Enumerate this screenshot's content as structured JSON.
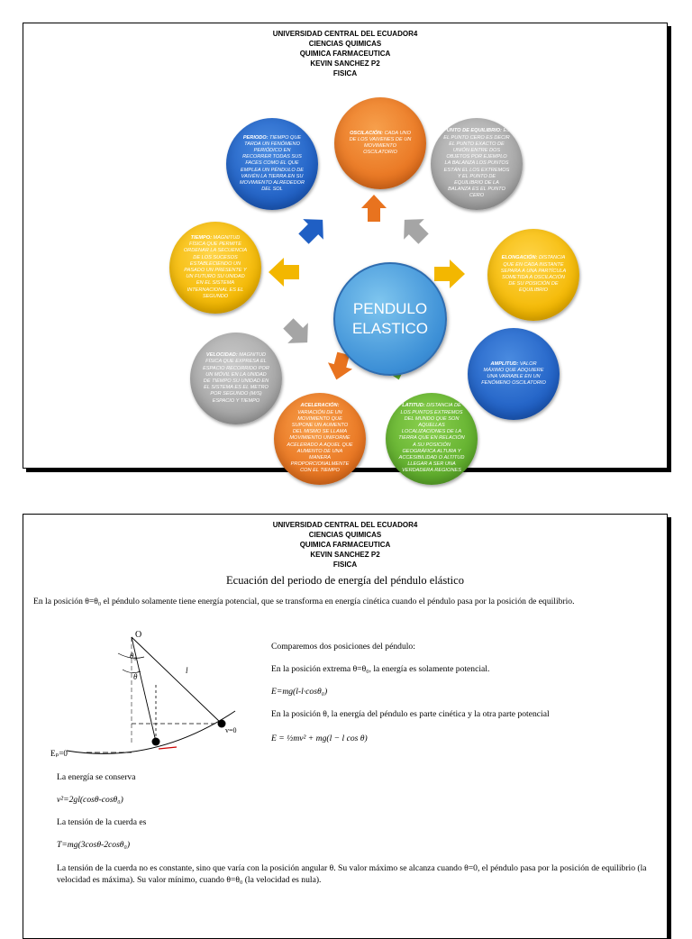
{
  "page1": {
    "header": [
      "UNIVERSIDAD CENTRAL DEL ECUADOR4",
      "CIENCIAS QUIMICAS",
      "QUIMICA FARMACEUTICA",
      "KEVIN SANCHEZ   P2",
      "FISICA"
    ],
    "center_line1": "PENDULO",
    "center_line2": "ELASTICO",
    "circles": {
      "oscilacion": {
        "term": "OSCILACIÓN:",
        "text": "CADA UNO DE LOS VAIVENES DE UN MOVIMIENTO OSCILATORIO"
      },
      "equilibrio": {
        "term": "PUNTO DE EQUILIBRIO:",
        "text": "ES EL PUNTO CERO ES DECIR EL PUNTO EXACTO DE UNIÓN ENTRE DOS OBJETOS POR EJEMPLO LA BALANZA LOS PUNTOS ESTÁN EL LOS EXTREMOS Y EL PUNTO DE EQUILIBRIO DE LA BALANZA ES EL PUNTO CERO"
      },
      "elongacion": {
        "term": "ELONGACIÓN:",
        "text": "DISTANCIA QUE EN CADA INSTANTE SEPARA A UNA PARTÍCULA SOMETIDA A OSCILACIÓN DE SU POSICIÓN DE EQUILIBRIO"
      },
      "amplitud": {
        "term": "AMPLITUD:",
        "text": "VALOR MÁXIMO QUE ADQUIERE UNA VARIABLE EN UN FENÓMENO OSCILATORIO"
      },
      "latitud": {
        "term": "LATITUD:",
        "text": "DISTANCIA DE LOS PUNTOS EXTREMOS DEL MUNDO QUE SON AQUELLAS LOCALIZACIONES DE LA TIERRA QUE EN RELACIÓN A SU POSICIÓN GEOGRÁFICA ALTURA Y ACCESIBILIDAD O ALTITUD LLEGAR A SER UNA VERDADERA REGIONES"
      },
      "aceleracion": {
        "term": "ACELERACIÓN:",
        "text": "VARIACIÓN DE UN MOVIMIENTO QUE SUPONE UN AUMENTO DEL MISMO SE LLAMA MOVIMIENTO UNIFORME ACELERADO A AQUEL QUE AUMENTO DE UNA MANERA PROPORCIONALMENTE CON EL TIEMPO"
      },
      "velocidad": {
        "term": "VELOCIDAD:",
        "text": "MAGNITUD FÍSICA QUE EXPRESA EL ESPACIO RECORRIDO POR UN MÓVIL EN LA UNIDAD DE TIEMPO SU UNIDAD EN EL SISTEMA ES EL METRO POR SEGUNDO (M/S) ESPACIO Y TIEMPO"
      },
      "tiempo": {
        "term": "TIEMPO:",
        "text": "MAGNITUD FÍSICA QUE PERMITE ORDENAR LA SECUENCIA DE LOS SUCESOS ESTABLECIENDO UN PASADO UN PRESENTE Y UN FUTURO SU UNIDAD EN EL SISTEMA INTERNACIONAL ES EL SEGUNDO"
      },
      "periodo": {
        "term": "PERIODO:",
        "text": "TIEMPO QUE TARDA UN FENÓMENO PERIÓDICO EN RECORRER TODAS SUS FACES COMO EL QUE EMPLEA UN PÉNDULO DE VAIVÉN LA TIERRA EN SU MOVIMIENTO ALREDEDOR DEL SOL"
      }
    }
  },
  "page2": {
    "header": [
      "UNIVERSIDAD CENTRAL DEL ECUADOR4",
      "CIENCIAS QUIMICAS",
      "QUIMICA FARMACEUTICA",
      "KEVIN SANCHEZ   P2",
      "FISICA"
    ],
    "title": "Ecuación del periodo de energía del péndulo elástico",
    "intro": "En la posición θ=θ₀ el péndulo solamente tiene energía potencial, que se transforma en energía cinética cuando el péndulo pasa por la posición de equilibrio.",
    "compare": "Comparemos dos posiciones del péndulo:",
    "extreme": "En la posición extrema θ=θ₀, la energía es solamente potencial.",
    "eq1": "E=mg(l-l·cosθ₀)",
    "position": "En la posición θ, la energía del péndulo es parte cinética y la otra parte potencial",
    "eq2": "E = ½mv² + mg(l − l cos θ)",
    "conserva": "La energía se conserva",
    "eq3": "v²=2gl(cosθ-cosθ₀)",
    "tension_label": "La tensión de la cuerda es",
    "eq4": "T=mg(3cosθ-2cosθ₀)",
    "final": "La tensión de la cuerda no es constante, sino que varía con la posición angular θ. Su valor máximo se alcanza cuando θ=0, el péndulo pasa por la posición de equilibrio (la velocidad es máxima). Su valor mínimo, cuando θ=θ₀ (la velocidad es nula).",
    "figure_labels": {
      "o": "O",
      "theta0": "θ₀",
      "theta": "θ",
      "l": "l",
      "ep": "Eₚ=0",
      "v0": "v=0"
    }
  },
  "colors": {
    "orange": "#e8731f",
    "grey": "#a5a5a5",
    "yellow": "#f3b700",
    "blue": "#1f5fc4",
    "green": "#5fae2c",
    "center": "#3c8fd6"
  }
}
